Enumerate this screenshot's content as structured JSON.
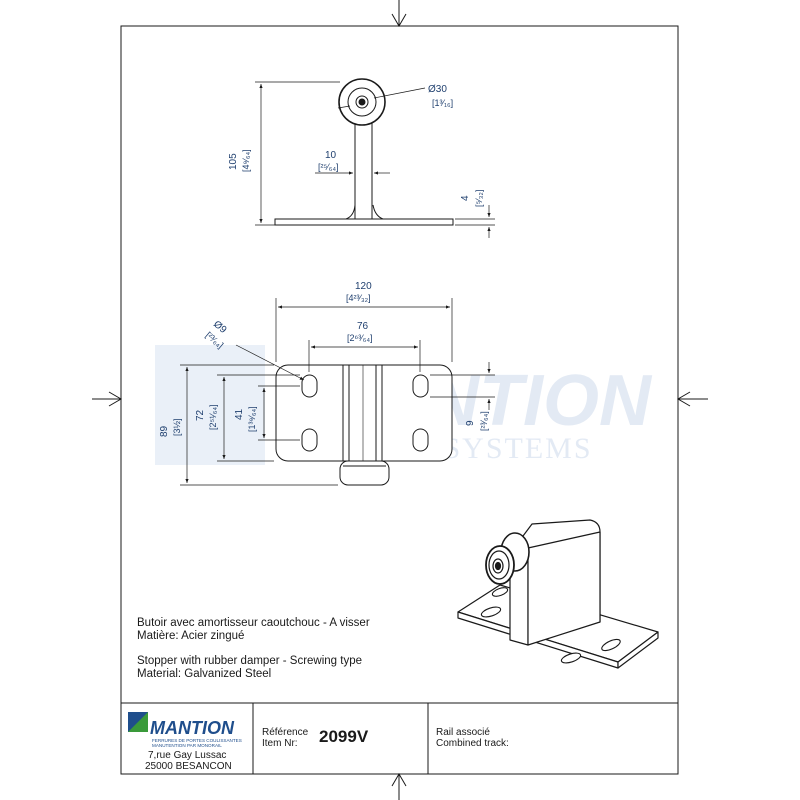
{
  "title_block": {
    "company": "MANTION",
    "tagline_1": "FERRURES DE PORTES COULISSANTES",
    "tagline_2": "MANUTENTION PAR MONORAIL",
    "address_street": "7,rue Gay Lussac",
    "address_city": "25000 BESANCON",
    "reference_fr": "Référence",
    "reference_en": "Item Nr:",
    "item_number": "2099V",
    "rail_fr": "Rail associé",
    "rail_en": "Combined track:"
  },
  "description": {
    "fr_line1": "Butoir avec amortisseur caoutchouc - A visser",
    "fr_line2": "Matière: Acier zingué",
    "en_line1": "Stopper with rubber damper - Screwing type",
    "en_line2": "Material: Galvanized Steel"
  },
  "watermark": {
    "brand": "MANTION",
    "subtitle": "SLIDING SYSTEMS"
  },
  "dimensions": {
    "diameter_30": "Ø30",
    "diameter_30_in": "[1³⁄₁₆]",
    "height_105": "105",
    "height_105_in": "[4⁹⁄₆₄]",
    "width_10": "10",
    "width_10_in": "[²⁵⁄₆₄]",
    "thick_4": "4",
    "thick_4_in": "[⁵⁄₃₂]",
    "width_120": "120",
    "width_120_in": "[4²³⁄₃₂]",
    "width_76": "76",
    "width_76_in": "[2⁶³⁄₆₄]",
    "hole_9": "Ø9",
    "hole_9_in": "[²³⁄₆₄]",
    "height_89": "89",
    "height_89_in": "[3½]",
    "height_72": "72",
    "height_72_in": "[2⁵¹⁄₆₄]",
    "height_41": "41",
    "height_41_in": "[1³⁹⁄₆₄]",
    "slot_9": "9",
    "slot_9_in": "[²³⁄₆₄]"
  },
  "colors": {
    "line": "#1a1a1a",
    "dimension": "#1f3f6e",
    "brand_blue": "#1f4e8c",
    "brand_green": "#3a9a3a",
    "watermark": "#e6ecf5"
  }
}
